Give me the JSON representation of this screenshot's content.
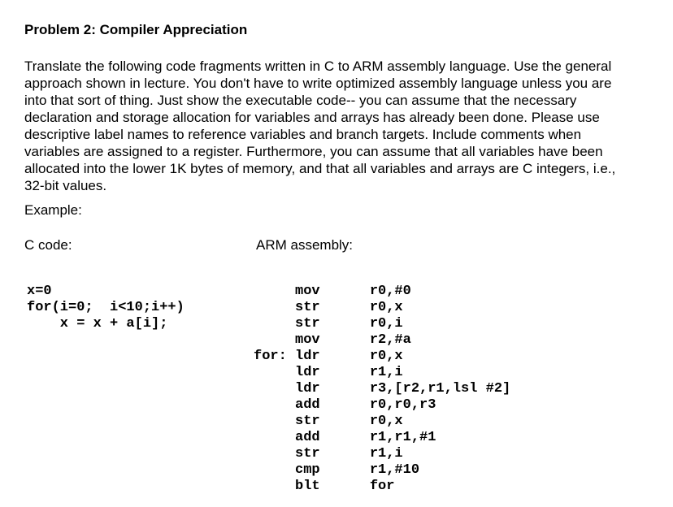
{
  "page": {
    "background": "#ffffff",
    "text_color": "#000000"
  },
  "document": {
    "title": "Problem 2: Compiler Appreciation",
    "paragraph_lines": [
      "Translate the following code fragments written in C to ARM assembly language. Use the general",
      "approach shown in lecture. You don't have to write optimized assembly language unless you are",
      "into that sort of thing. Just show the executable code-- you can assume that the necessary",
      "declaration and storage allocation for variables and arrays has already been done. Please use",
      "descriptive label names to reference variables and branch targets. Include comments when",
      "variables are assigned to a register. Furthermore, you can assume that all variables have been",
      "allocated into the lower 1K bytes of memory, and that all variables and arrays are C integers, i.e.,",
      "32-bit values."
    ],
    "example_label": "Example:",
    "c_code_label": "C code:",
    "arm_assembly_label": "ARM assembly:",
    "c_code_lines": [
      "x=0",
      "for(i=0;  i<10;i++)",
      "    x = x + a[i];"
    ],
    "arm_assembly_lines": [
      "     mov      r0,#0",
      "     str      r0,x",
      "     str      r0,i",
      "     mov      r2,#a",
      "for: ldr      r0,x",
      "     ldr      r1,i",
      "     ldr      r3,[r2,r1,lsl #2]",
      "     add      r0,r0,r3",
      "     str      r0,x",
      "     add      r1,r1,#1",
      "     str      r1,i",
      "     cmp      r1,#10",
      "     blt      for"
    ]
  }
}
